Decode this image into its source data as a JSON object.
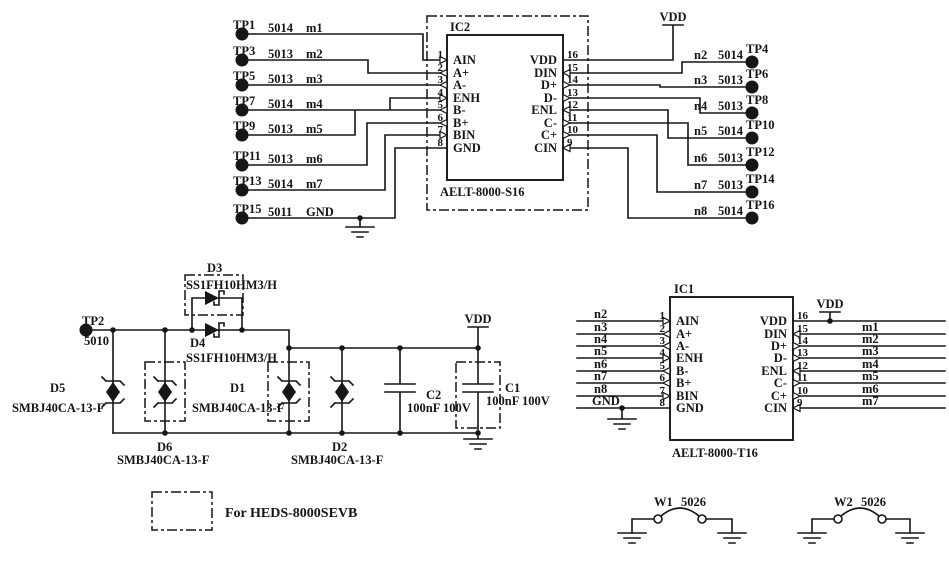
{
  "colors": {
    "ink": "#161616",
    "bg": "#ffffff"
  },
  "power": {
    "vdd": "VDD"
  },
  "ic2": {
    "ref": "IC2",
    "part": "AELT-8000-S16",
    "pins_left": [
      {
        "num": "1",
        "name": "AIN"
      },
      {
        "num": "2",
        "name": "A+"
      },
      {
        "num": "3",
        "name": "A-"
      },
      {
        "num": "4",
        "name": "ENH"
      },
      {
        "num": "5",
        "name": "B-"
      },
      {
        "num": "6",
        "name": "B+"
      },
      {
        "num": "7",
        "name": "BIN"
      },
      {
        "num": "8",
        "name": "GND"
      }
    ],
    "pins_right": [
      {
        "num": "16",
        "name": "VDD"
      },
      {
        "num": "15",
        "name": "DIN"
      },
      {
        "num": "14",
        "name": "D+"
      },
      {
        "num": "13",
        "name": "D-"
      },
      {
        "num": "12",
        "name": "ENL"
      },
      {
        "num": "11",
        "name": "C-"
      },
      {
        "num": "10",
        "name": "C+"
      },
      {
        "num": "9",
        "name": "CIN"
      }
    ]
  },
  "ic1": {
    "ref": "IC1",
    "part": "AELT-8000-T16",
    "pins_left": [
      {
        "num": "1",
        "name": "AIN"
      },
      {
        "num": "2",
        "name": "A+"
      },
      {
        "num": "3",
        "name": "A-"
      },
      {
        "num": "4",
        "name": "ENH"
      },
      {
        "num": "5",
        "name": "B-"
      },
      {
        "num": "6",
        "name": "B+"
      },
      {
        "num": "7",
        "name": "BIN"
      },
      {
        "num": "8",
        "name": "GND"
      }
    ],
    "pins_right": [
      {
        "num": "16",
        "name": "VDD"
      },
      {
        "num": "15",
        "name": "DIN"
      },
      {
        "num": "14",
        "name": "D+"
      },
      {
        "num": "13",
        "name": "D-"
      },
      {
        "num": "12",
        "name": "ENL"
      },
      {
        "num": "11",
        "name": "C-"
      },
      {
        "num": "10",
        "name": "C+"
      },
      {
        "num": "9",
        "name": "CIN"
      }
    ]
  },
  "tp_left": [
    {
      "tp": "TP1",
      "wire": "5014",
      "net": "m1"
    },
    {
      "tp": "TP3",
      "wire": "5013",
      "net": "m2"
    },
    {
      "tp": "TP5",
      "wire": "5013",
      "net": "m3"
    },
    {
      "tp": "TP7",
      "wire": "5014",
      "net": "m4"
    },
    {
      "tp": "TP9",
      "wire": "5013",
      "net": "m5"
    },
    {
      "tp": "TP11",
      "wire": "5013",
      "net": "m6"
    },
    {
      "tp": "TP13",
      "wire": "5014",
      "net": "m7"
    },
    {
      "tp": "TP15",
      "wire": "5011",
      "net": "GND"
    }
  ],
  "tp_right": [
    {
      "net": "n2",
      "wire": "5014",
      "tp": "TP4"
    },
    {
      "net": "n3",
      "wire": "5013",
      "tp": "TP6"
    },
    {
      "net": "n4",
      "wire": "5013",
      "tp": "TP8"
    },
    {
      "net": "n5",
      "wire": "5014",
      "tp": "TP10"
    },
    {
      "net": "n6",
      "wire": "5013",
      "tp": "TP12"
    },
    {
      "net": "n7",
      "wire": "5013",
      "tp": "TP14"
    },
    {
      "net": "n8",
      "wire": "5014",
      "tp": "TP16"
    }
  ],
  "tp2": {
    "tp": "TP2",
    "wire": "5010"
  },
  "ic1_nets_left": [
    "n2",
    "n3",
    "n4",
    "n5",
    "n6",
    "n7",
    "n8",
    "GND"
  ],
  "ic1_nets_right": [
    "m1",
    "m2",
    "m3",
    "m4",
    "m5",
    "m6",
    "m7"
  ],
  "d1": {
    "ref": "D1",
    "part": "SMBJ40CA-13-F"
  },
  "d2": {
    "ref": "D2",
    "part": "SMBJ40CA-13-F"
  },
  "d3": {
    "ref": "D3",
    "part": "SS1FH10HM3/H"
  },
  "d4": {
    "ref": "D4",
    "part": "SS1FH10HM3/H"
  },
  "d5": {
    "ref": "D5",
    "part": "SMBJ40CA-13-F"
  },
  "d6": {
    "ref": "D6",
    "part": "SMBJ40CA-13-F"
  },
  "c1": {
    "ref": "C1",
    "value": "100nF 100V"
  },
  "c2": {
    "ref": "C2",
    "value": "100nF 100V"
  },
  "w1": {
    "ref": "W1",
    "wire": "5026"
  },
  "w2": {
    "ref": "W2",
    "wire": "5026"
  },
  "legend": {
    "label": "For HEDS-8000SEVB"
  }
}
